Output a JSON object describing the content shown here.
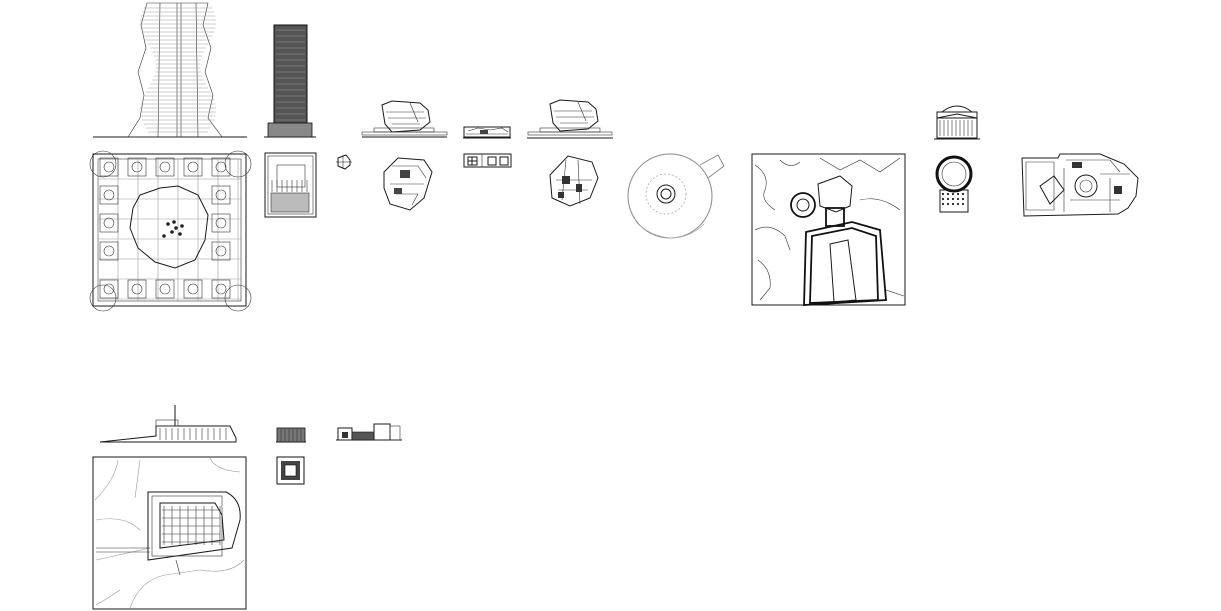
{
  "canvas": {
    "background": "#ffffff"
  },
  "colors": {
    "line": "#1a1a1a",
    "light_line": "#9a9a9a",
    "tower_fill": "#555555",
    "solid": "#222222",
    "hatch": "#bbbbbb"
  },
  "drawings": [
    {
      "id": "twisted-tower",
      "views": [
        "elevation",
        "plan"
      ]
    },
    {
      "id": "dark-tower",
      "views": [
        "elevation",
        "plan"
      ]
    },
    {
      "id": "small-pavilion",
      "views": [
        "plan"
      ]
    },
    {
      "id": "angular-museum-a",
      "views": [
        "elevation",
        "plan"
      ]
    },
    {
      "id": "small-block",
      "views": [
        "elevation",
        "plan"
      ]
    },
    {
      "id": "angular-museum-b",
      "views": [
        "elevation",
        "plan"
      ]
    },
    {
      "id": "circular-site",
      "views": [
        "plan"
      ]
    },
    {
      "id": "site-with-stadium",
      "views": [
        "site-plan"
      ]
    },
    {
      "id": "pantheon",
      "views": [
        "elevation",
        "plan"
      ]
    },
    {
      "id": "complex-plan",
      "views": [
        "plan"
      ]
    },
    {
      "id": "long-building",
      "views": [
        "elevation",
        "site-plan"
      ]
    },
    {
      "id": "small-dark-block",
      "views": [
        "elevation",
        "plan"
      ]
    },
    {
      "id": "low-building",
      "views": [
        "elevation"
      ]
    }
  ]
}
